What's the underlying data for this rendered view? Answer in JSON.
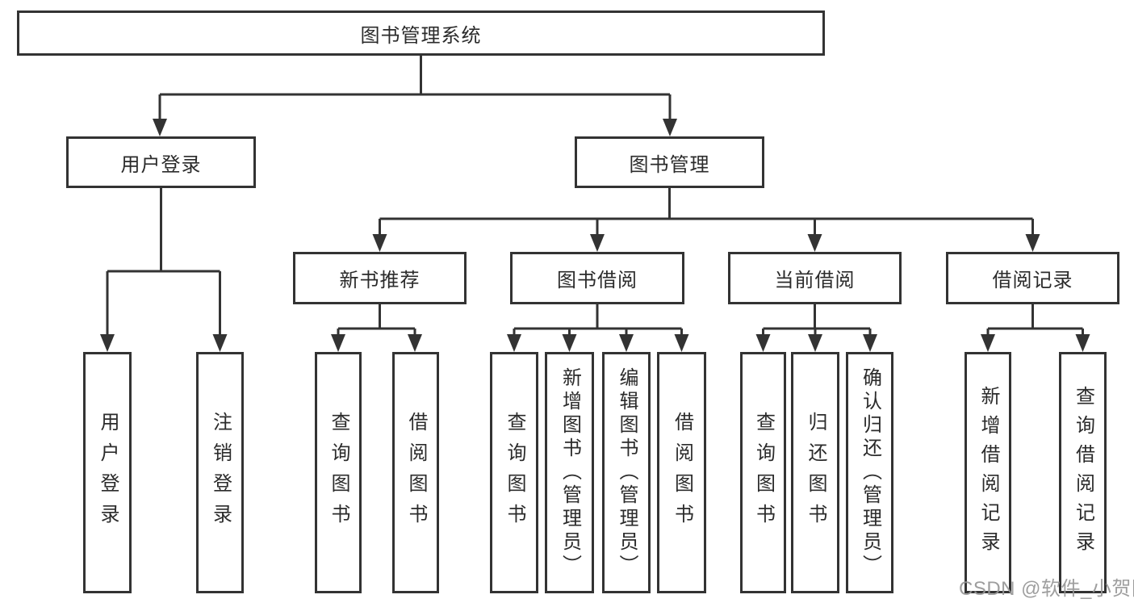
{
  "title": "图书管理系统",
  "watermark": "CSDN @软件_小贺同学",
  "colors": {
    "line": "#333333",
    "box_border": "#333333",
    "text": "#2b2b2b",
    "background": "#ffffff",
    "watermark": "#969696"
  },
  "tree": {
    "root": {
      "label": "图书管理系统",
      "children": [
        {
          "label": "用户登录",
          "children": [
            {
              "label": "用户登录"
            },
            {
              "label": "注销登录"
            }
          ]
        },
        {
          "label": "图书管理",
          "children": [
            {
              "label": "新书推荐",
              "children": [
                {
                  "label": "查询图书"
                },
                {
                  "label": "借阅图书"
                }
              ]
            },
            {
              "label": "图书借阅",
              "children": [
                {
                  "label": "查询图书"
                },
                {
                  "label": "新增图书（管理员）"
                },
                {
                  "label": "编辑图书（管理员）"
                },
                {
                  "label": "借阅图书"
                }
              ]
            },
            {
              "label": "当前借阅",
              "children": [
                {
                  "label": "查询图书"
                },
                {
                  "label": "归还图书"
                },
                {
                  "label": "确认归还（管理员）"
                }
              ]
            },
            {
              "label": "借阅记录",
              "children": [
                {
                  "label": "新增借阅记录"
                },
                {
                  "label": "查询借阅记录"
                }
              ]
            }
          ]
        }
      ]
    }
  }
}
